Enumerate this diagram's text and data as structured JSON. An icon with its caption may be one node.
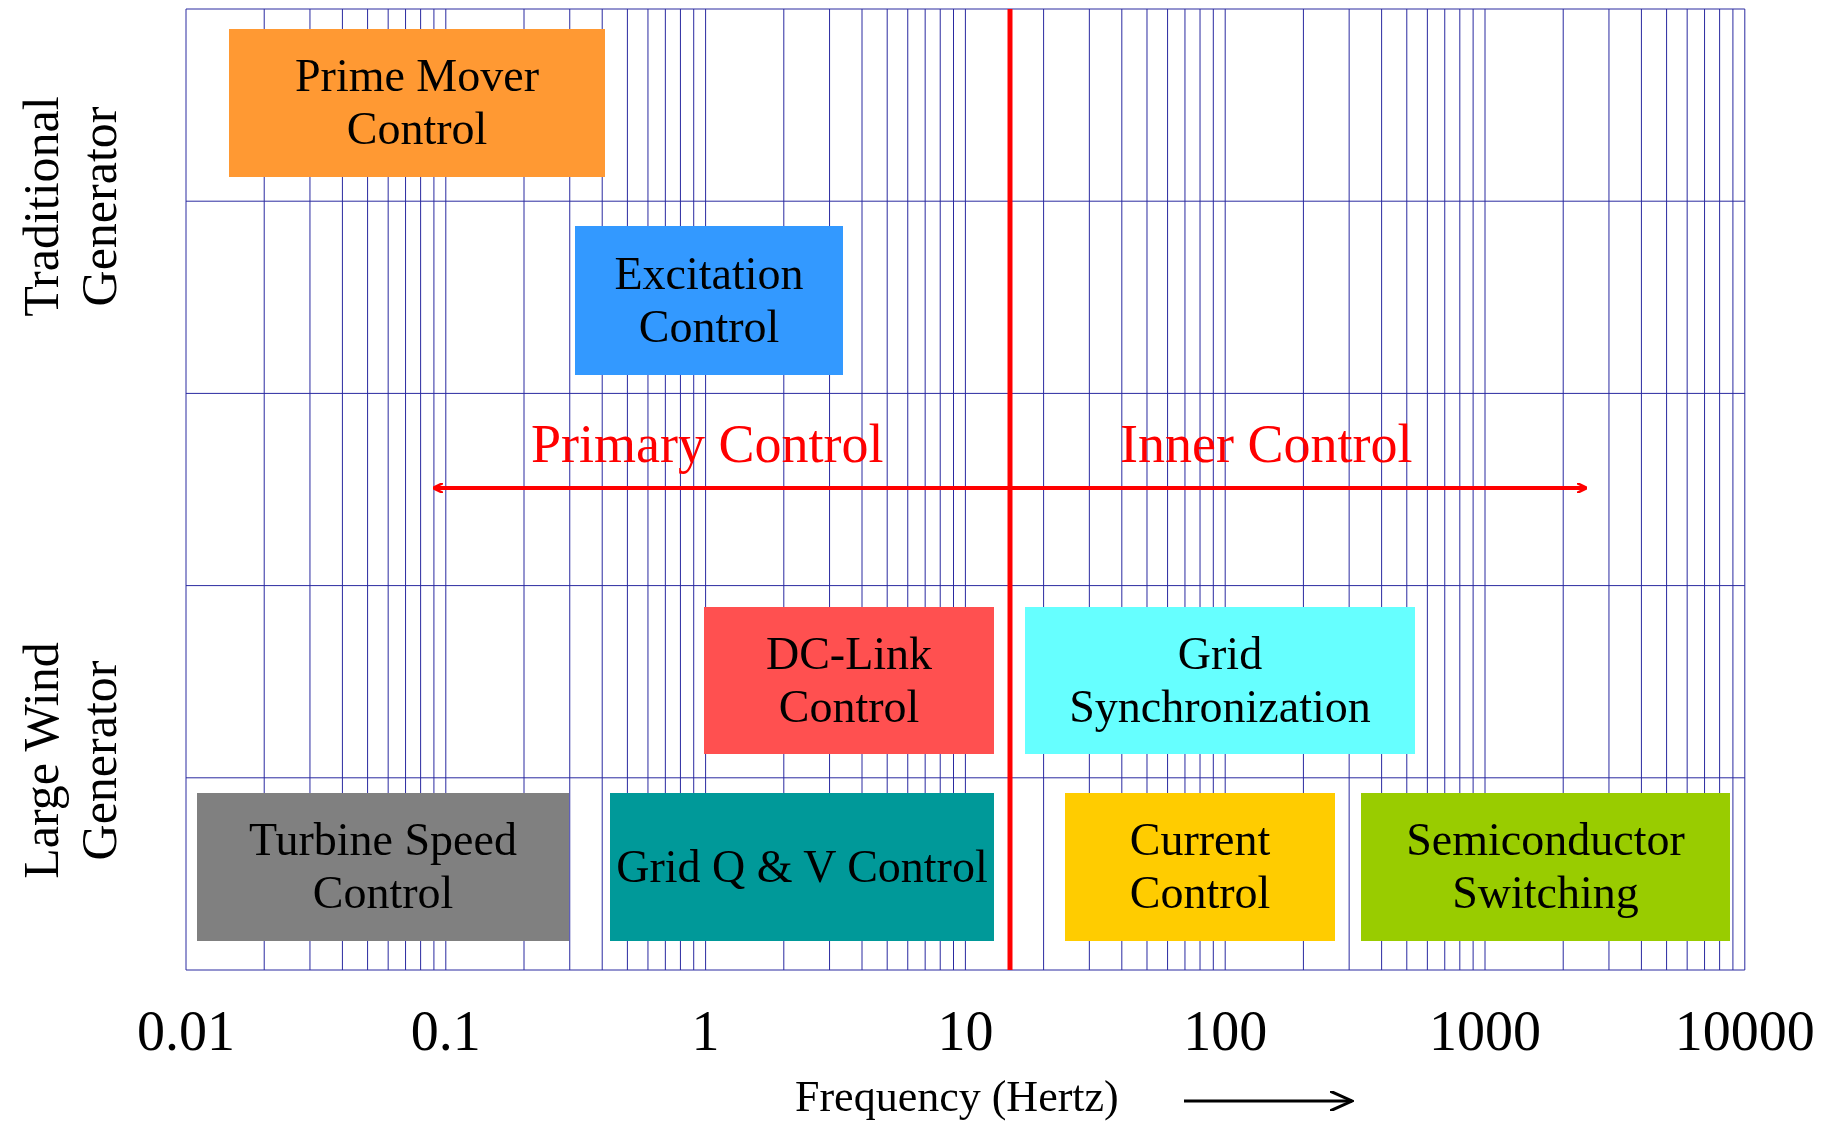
{
  "diagram": {
    "nodes": [
      {
        "text": [
          "Prime Mover Control"
        ]
      },
      {
        "text": [
          "Excitation Control"
        ]
      },
      {
        "text": [
          "DC-Link Control"
        ]
      },
      {
        "text": [
          "Grid Synchronization"
        ]
      },
      {
        "text": [
          "Turbine Speed Control"
        ]
      },
      {
        "text": [
          "Grid Q & V Control"
        ]
      },
      {
        "text": [
          "Current Control"
        ]
      },
      {
        "text": [
          "Semiconductor Switching"
        ]
      }
    ],
    "edges": [],
    "labels": [
      "Traditional Generator",
      "Primary Control",
      "Inner Control",
      "Large Wind Generator",
      "0.01",
      "0.1",
      "1",
      "10",
      "100",
      "1000",
      "10000",
      "Frequency (Hertz)"
    ]
  }
}
